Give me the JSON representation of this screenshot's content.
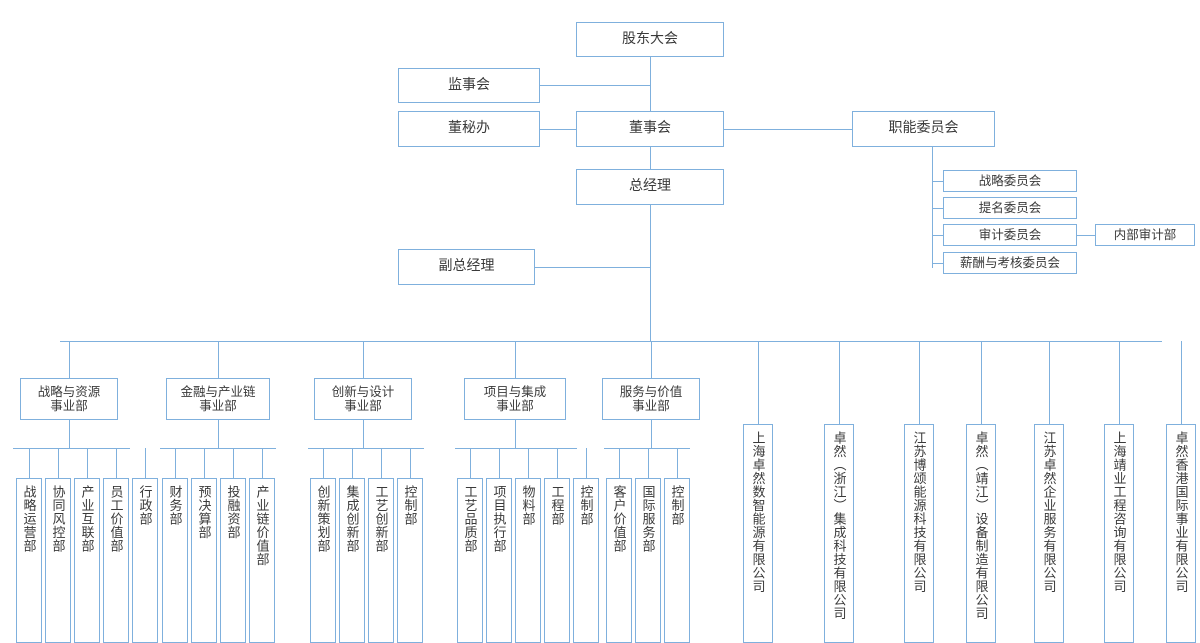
{
  "meta": {
    "title": "公司组织架构图",
    "accent_color": "#7fb0dd",
    "text_color": "#3a3a3a",
    "background": "#ffffff"
  },
  "governance": {
    "shareholders_meeting": "股东大会",
    "supervisory_board": "监事会",
    "board_secretary_office": "董秘办",
    "board_of_directors": "董事会",
    "general_manager": "总经理",
    "deputy_general_manager": "副总经理",
    "functional_committee": "职能委员会"
  },
  "committees": [
    {
      "label": "战略委员会"
    },
    {
      "label": "提名委员会"
    },
    {
      "label": "审计委员会"
    },
    {
      "label": "薪酬与考核委员会"
    }
  ],
  "audit_department": "内部审计部",
  "divisions": [
    {
      "label": "战略与资源\n事业部",
      "departments": [
        "战略运营部",
        "协同风控部",
        "产业互联部",
        "员工价值部",
        "行政部"
      ]
    },
    {
      "label": "金融与产业链\n事业部",
      "departments": [
        "财务部",
        "预决算部",
        "投融资部",
        "产业链价值部"
      ]
    },
    {
      "label": "创新与设计\n事业部",
      "departments": [
        "创新策划部",
        "集成创新部",
        "工艺创新部",
        "控制部"
      ]
    },
    {
      "label": "项目与集成\n事业部",
      "departments": [
        "工艺品质部",
        "项目执行部",
        "物料部",
        "工程部",
        "控制部"
      ]
    },
    {
      "label": "服务与价值\n事业部",
      "departments": [
        "客户价值部",
        "国际服务部",
        "控制部"
      ]
    }
  ],
  "subsidiaries": [
    {
      "label": "上海卓然数智能源有限公司"
    },
    {
      "label": "卓然（浙江）集成科技有限公司"
    },
    {
      "label": "江苏博颂能源科技有限公司"
    },
    {
      "label": "卓然（靖江）设备制造有限公司"
    },
    {
      "label": "江苏卓然企业服务有限公司"
    },
    {
      "label": "上海靖业工程咨询有限公司"
    },
    {
      "label": "卓然香港国际事业有限公司"
    }
  ]
}
